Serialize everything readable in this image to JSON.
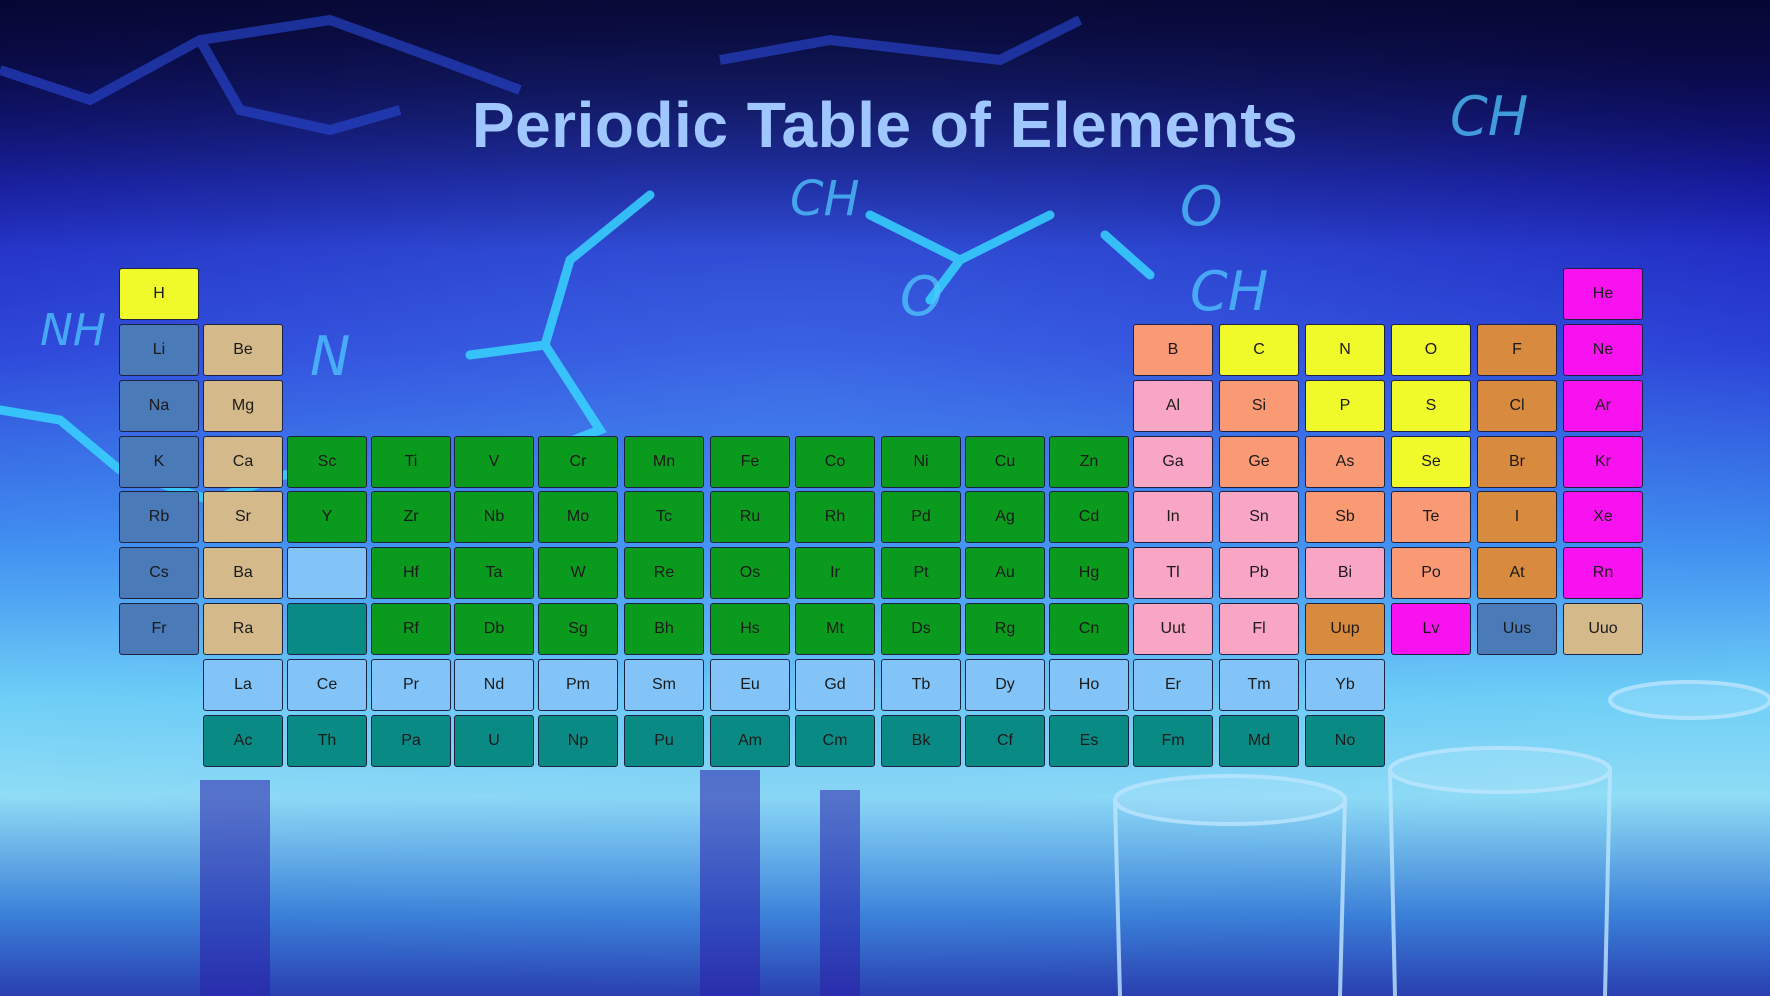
{
  "title": "Periodic Table of Elements",
  "colors": {
    "alkali": "#4a7ab8",
    "alkaline": "#d4b98a",
    "transition": "#0a9a1e",
    "lanthanide": "#82c4f8",
    "actinide": "#0a8a84",
    "post_transition": "#f8a6c4",
    "metalloid": "#f99a74",
    "nonmetal": "#f0fa2a",
    "halogen": "#d88a3e",
    "noble": "#f812f0"
  },
  "elements": [
    {
      "symbol": "H",
      "col": 1,
      "row": 1,
      "category": "nonmetal"
    },
    {
      "symbol": "He",
      "col": 18,
      "row": 1,
      "category": "noble"
    },
    {
      "symbol": "Li",
      "col": 1,
      "row": 2,
      "category": "alkali"
    },
    {
      "symbol": "Be",
      "col": 2,
      "row": 2,
      "category": "alkaline"
    },
    {
      "symbol": "B",
      "col": 13,
      "row": 2,
      "category": "metalloid"
    },
    {
      "symbol": "C",
      "col": 14,
      "row": 2,
      "category": "nonmetal"
    },
    {
      "symbol": "N",
      "col": 15,
      "row": 2,
      "category": "nonmetal"
    },
    {
      "symbol": "O",
      "col": 16,
      "row": 2,
      "category": "nonmetal"
    },
    {
      "symbol": "F",
      "col": 17,
      "row": 2,
      "category": "halogen"
    },
    {
      "symbol": "Ne",
      "col": 18,
      "row": 2,
      "category": "noble"
    },
    {
      "symbol": "Na",
      "col": 1,
      "row": 3,
      "category": "alkali"
    },
    {
      "symbol": "Mg",
      "col": 2,
      "row": 3,
      "category": "alkaline"
    },
    {
      "symbol": "Al",
      "col": 13,
      "row": 3,
      "category": "post_transition"
    },
    {
      "symbol": "Si",
      "col": 14,
      "row": 3,
      "category": "metalloid"
    },
    {
      "symbol": "P",
      "col": 15,
      "row": 3,
      "category": "nonmetal"
    },
    {
      "symbol": "S",
      "col": 16,
      "row": 3,
      "category": "nonmetal"
    },
    {
      "symbol": "Cl",
      "col": 17,
      "row": 3,
      "category": "halogen"
    },
    {
      "symbol": "Ar",
      "col": 18,
      "row": 3,
      "category": "noble"
    },
    {
      "symbol": "K",
      "col": 1,
      "row": 4,
      "category": "alkali"
    },
    {
      "symbol": "Ca",
      "col": 2,
      "row": 4,
      "category": "alkaline"
    },
    {
      "symbol": "Sc",
      "col": 3,
      "row": 4,
      "category": "transition"
    },
    {
      "symbol": "Ti",
      "col": 4,
      "row": 4,
      "category": "transition"
    },
    {
      "symbol": "V",
      "col": 5,
      "row": 4,
      "category": "transition"
    },
    {
      "symbol": "Cr",
      "col": 6,
      "row": 4,
      "category": "transition"
    },
    {
      "symbol": "Mn",
      "col": 7,
      "row": 4,
      "category": "transition"
    },
    {
      "symbol": "Fe",
      "col": 8,
      "row": 4,
      "category": "transition"
    },
    {
      "symbol": "Co",
      "col": 9,
      "row": 4,
      "category": "transition"
    },
    {
      "symbol": "Ni",
      "col": 10,
      "row": 4,
      "category": "transition"
    },
    {
      "symbol": "Cu",
      "col": 11,
      "row": 4,
      "category": "transition"
    },
    {
      "symbol": "Zn",
      "col": 12,
      "row": 4,
      "category": "transition"
    },
    {
      "symbol": "Ga",
      "col": 13,
      "row": 4,
      "category": "post_transition"
    },
    {
      "symbol": "Ge",
      "col": 14,
      "row": 4,
      "category": "metalloid"
    },
    {
      "symbol": "As",
      "col": 15,
      "row": 4,
      "category": "metalloid"
    },
    {
      "symbol": "Se",
      "col": 16,
      "row": 4,
      "category": "nonmetal"
    },
    {
      "symbol": "Br",
      "col": 17,
      "row": 4,
      "category": "halogen"
    },
    {
      "symbol": "Kr",
      "col": 18,
      "row": 4,
      "category": "noble"
    },
    {
      "symbol": "Rb",
      "col": 1,
      "row": 5,
      "category": "alkali"
    },
    {
      "symbol": "Sr",
      "col": 2,
      "row": 5,
      "category": "alkaline"
    },
    {
      "symbol": "Y",
      "col": 3,
      "row": 5,
      "category": "transition"
    },
    {
      "symbol": "Zr",
      "col": 4,
      "row": 5,
      "category": "transition"
    },
    {
      "symbol": "Nb",
      "col": 5,
      "row": 5,
      "category": "transition"
    },
    {
      "symbol": "Mo",
      "col": 6,
      "row": 5,
      "category": "transition"
    },
    {
      "symbol": "Tc",
      "col": 7,
      "row": 5,
      "category": "transition"
    },
    {
      "symbol": "Ru",
      "col": 8,
      "row": 5,
      "category": "transition"
    },
    {
      "symbol": "Rh",
      "col": 9,
      "row": 5,
      "category": "transition"
    },
    {
      "symbol": "Pd",
      "col": 10,
      "row": 5,
      "category": "transition"
    },
    {
      "symbol": "Ag",
      "col": 11,
      "row": 5,
      "category": "transition"
    },
    {
      "symbol": "Cd",
      "col": 12,
      "row": 5,
      "category": "transition"
    },
    {
      "symbol": "In",
      "col": 13,
      "row": 5,
      "category": "post_transition"
    },
    {
      "symbol": "Sn",
      "col": 14,
      "row": 5,
      "category": "post_transition"
    },
    {
      "symbol": "Sb",
      "col": 15,
      "row": 5,
      "category": "metalloid"
    },
    {
      "symbol": "Te",
      "col": 16,
      "row": 5,
      "category": "metalloid"
    },
    {
      "symbol": "I",
      "col": 17,
      "row": 5,
      "category": "halogen"
    },
    {
      "symbol": "Xe",
      "col": 18,
      "row": 5,
      "category": "noble"
    },
    {
      "symbol": "Cs",
      "col": 1,
      "row": 6,
      "category": "alkali"
    },
    {
      "symbol": "Ba",
      "col": 2,
      "row": 6,
      "category": "alkaline"
    },
    {
      "symbol": "",
      "col": 3,
      "row": 6,
      "category": "lanthanide"
    },
    {
      "symbol": "Hf",
      "col": 4,
      "row": 6,
      "category": "transition"
    },
    {
      "symbol": "Ta",
      "col": 5,
      "row": 6,
      "category": "transition"
    },
    {
      "symbol": "W",
      "col": 6,
      "row": 6,
      "category": "transition"
    },
    {
      "symbol": "Re",
      "col": 7,
      "row": 6,
      "category": "transition"
    },
    {
      "symbol": "Os",
      "col": 8,
      "row": 6,
      "category": "transition"
    },
    {
      "symbol": "Ir",
      "col": 9,
      "row": 6,
      "category": "transition"
    },
    {
      "symbol": "Pt",
      "col": 10,
      "row": 6,
      "category": "transition"
    },
    {
      "symbol": "Au",
      "col": 11,
      "row": 6,
      "category": "transition"
    },
    {
      "symbol": "Hg",
      "col": 12,
      "row": 6,
      "category": "transition"
    },
    {
      "symbol": "Tl",
      "col": 13,
      "row": 6,
      "category": "post_transition"
    },
    {
      "symbol": "Pb",
      "col": 14,
      "row": 6,
      "category": "post_transition"
    },
    {
      "symbol": "Bi",
      "col": 15,
      "row": 6,
      "category": "post_transition"
    },
    {
      "symbol": "Po",
      "col": 16,
      "row": 6,
      "category": "metalloid"
    },
    {
      "symbol": "At",
      "col": 17,
      "row": 6,
      "category": "halogen"
    },
    {
      "symbol": "Rn",
      "col": 18,
      "row": 6,
      "category": "noble"
    },
    {
      "symbol": "Fr",
      "col": 1,
      "row": 7,
      "category": "alkali"
    },
    {
      "symbol": "Ra",
      "col": 2,
      "row": 7,
      "category": "alkaline"
    },
    {
      "symbol": "",
      "col": 3,
      "row": 7,
      "category": "actinide"
    },
    {
      "symbol": "Rf",
      "col": 4,
      "row": 7,
      "category": "transition"
    },
    {
      "symbol": "Db",
      "col": 5,
      "row": 7,
      "category": "transition"
    },
    {
      "symbol": "Sg",
      "col": 6,
      "row": 7,
      "category": "transition"
    },
    {
      "symbol": "Bh",
      "col": 7,
      "row": 7,
      "category": "transition"
    },
    {
      "symbol": "Hs",
      "col": 8,
      "row": 7,
      "category": "transition"
    },
    {
      "symbol": "Mt",
      "col": 9,
      "row": 7,
      "category": "transition"
    },
    {
      "symbol": "Ds",
      "col": 10,
      "row": 7,
      "category": "transition"
    },
    {
      "symbol": "Rg",
      "col": 11,
      "row": 7,
      "category": "transition"
    },
    {
      "symbol": "Cn",
      "col": 12,
      "row": 7,
      "category": "transition"
    },
    {
      "symbol": "Uut",
      "col": 13,
      "row": 7,
      "category": "post_transition"
    },
    {
      "symbol": "Fl",
      "col": 14,
      "row": 7,
      "category": "post_transition"
    },
    {
      "symbol": "Uup",
      "col": 15,
      "row": 7,
      "category": "halogen"
    },
    {
      "symbol": "Lv",
      "col": 16,
      "row": 7,
      "category": "noble"
    },
    {
      "symbol": "Uus",
      "col": 17,
      "row": 7,
      "category": "alkali"
    },
    {
      "symbol": "Uuo",
      "col": 18,
      "row": 7,
      "category": "alkaline"
    },
    {
      "symbol": "La",
      "col": 2,
      "row": 8,
      "category": "lanthanide"
    },
    {
      "symbol": "Ce",
      "col": 3,
      "row": 8,
      "category": "lanthanide"
    },
    {
      "symbol": "Pr",
      "col": 4,
      "row": 8,
      "category": "lanthanide"
    },
    {
      "symbol": "Nd",
      "col": 5,
      "row": 8,
      "category": "lanthanide"
    },
    {
      "symbol": "Pm",
      "col": 6,
      "row": 8,
      "category": "lanthanide"
    },
    {
      "symbol": "Sm",
      "col": 7,
      "row": 8,
      "category": "lanthanide"
    },
    {
      "symbol": "Eu",
      "col": 8,
      "row": 8,
      "category": "lanthanide"
    },
    {
      "symbol": "Gd",
      "col": 9,
      "row": 8,
      "category": "lanthanide"
    },
    {
      "symbol": "Tb",
      "col": 10,
      "row": 8,
      "category": "lanthanide"
    },
    {
      "symbol": "Dy",
      "col": 11,
      "row": 8,
      "category": "lanthanide"
    },
    {
      "symbol": "Ho",
      "col": 12,
      "row": 8,
      "category": "lanthanide"
    },
    {
      "symbol": "Er",
      "col": 13,
      "row": 8,
      "category": "lanthanide"
    },
    {
      "symbol": "Tm",
      "col": 14,
      "row": 8,
      "category": "lanthanide"
    },
    {
      "symbol": "Yb",
      "col": 15,
      "row": 8,
      "category": "lanthanide"
    },
    {
      "symbol": "Ac",
      "col": 2,
      "row": 9,
      "category": "actinide"
    },
    {
      "symbol": "Th",
      "col": 3,
      "row": 9,
      "category": "actinide"
    },
    {
      "symbol": "Pa",
      "col": 4,
      "row": 9,
      "category": "actinide"
    },
    {
      "symbol": "U",
      "col": 5,
      "row": 9,
      "category": "actinide"
    },
    {
      "symbol": "Np",
      "col": 6,
      "row": 9,
      "category": "actinide"
    },
    {
      "symbol": "Pu",
      "col": 7,
      "row": 9,
      "category": "actinide"
    },
    {
      "symbol": "Am",
      "col": 8,
      "row": 9,
      "category": "actinide"
    },
    {
      "symbol": "Cm",
      "col": 9,
      "row": 9,
      "category": "actinide"
    },
    {
      "symbol": "Bk",
      "col": 10,
      "row": 9,
      "category": "actinide"
    },
    {
      "symbol": "Cf",
      "col": 11,
      "row": 9,
      "category": "actinide"
    },
    {
      "symbol": "Es",
      "col": 12,
      "row": 9,
      "category": "actinide"
    },
    {
      "symbol": "Fm",
      "col": 13,
      "row": 9,
      "category": "actinide"
    },
    {
      "symbol": "Md",
      "col": 14,
      "row": 9,
      "category": "actinide"
    },
    {
      "symbol": "No",
      "col": 15,
      "row": 9,
      "category": "actinide"
    }
  ]
}
